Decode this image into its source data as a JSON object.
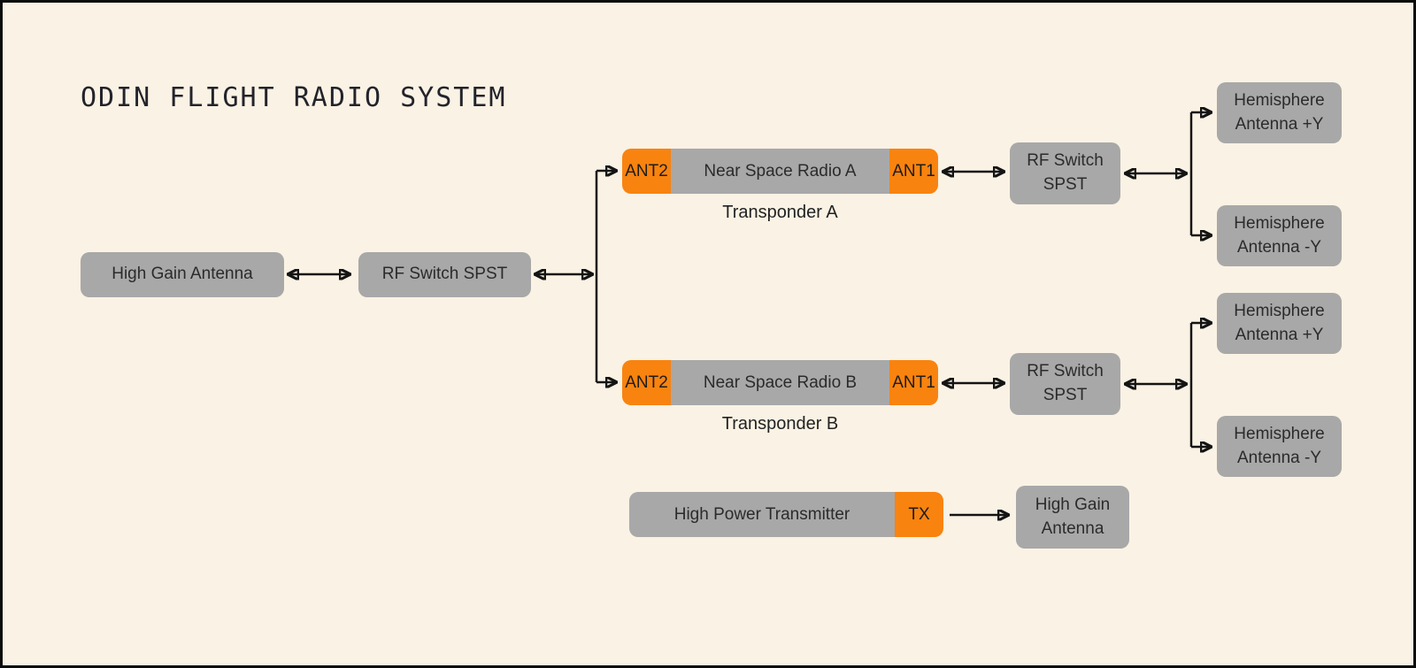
{
  "title": "ODIN FLIGHT RADIO SYSTEM",
  "colors": {
    "background": "#FAF2E4",
    "box_gray": "#A8A8A8",
    "accent_orange": "#F9830F",
    "line_black": "#141414",
    "text_dark": "#2B2B2B",
    "border_black": "#0A0A0A"
  },
  "nodes": {
    "high_gain_antenna_left": {
      "label": "High Gain Antenna"
    },
    "rf_switch_main": {
      "label": "RF Switch SPST"
    },
    "transponder_a": {
      "ant2": "ANT2",
      "radio": "Near Space Radio A",
      "ant1": "ANT1",
      "caption": "Transponder A"
    },
    "rf_switch_a": {
      "line1": "RF Switch",
      "line2": "SPST"
    },
    "hemisphere_a_plus": {
      "line1": "Hemisphere",
      "line2": "Antenna +Y"
    },
    "hemisphere_a_minus": {
      "line1": "Hemisphere",
      "line2": "Antenna -Y"
    },
    "transponder_b": {
      "ant2": "ANT2",
      "radio": "Near Space Radio B",
      "ant1": "ANT1",
      "caption": "Transponder B"
    },
    "rf_switch_b": {
      "line1": "RF Switch",
      "line2": "SPST"
    },
    "hemisphere_b_plus": {
      "line1": "Hemisphere",
      "line2": "Antenna +Y"
    },
    "hemisphere_b_minus": {
      "line1": "Hemisphere",
      "line2": "Antenna -Y"
    },
    "high_power_transmitter": {
      "label": "High Power Transmitter",
      "tx": "TX"
    },
    "high_gain_antenna_out": {
      "line1": "High Gain",
      "line2": "Antenna"
    }
  }
}
